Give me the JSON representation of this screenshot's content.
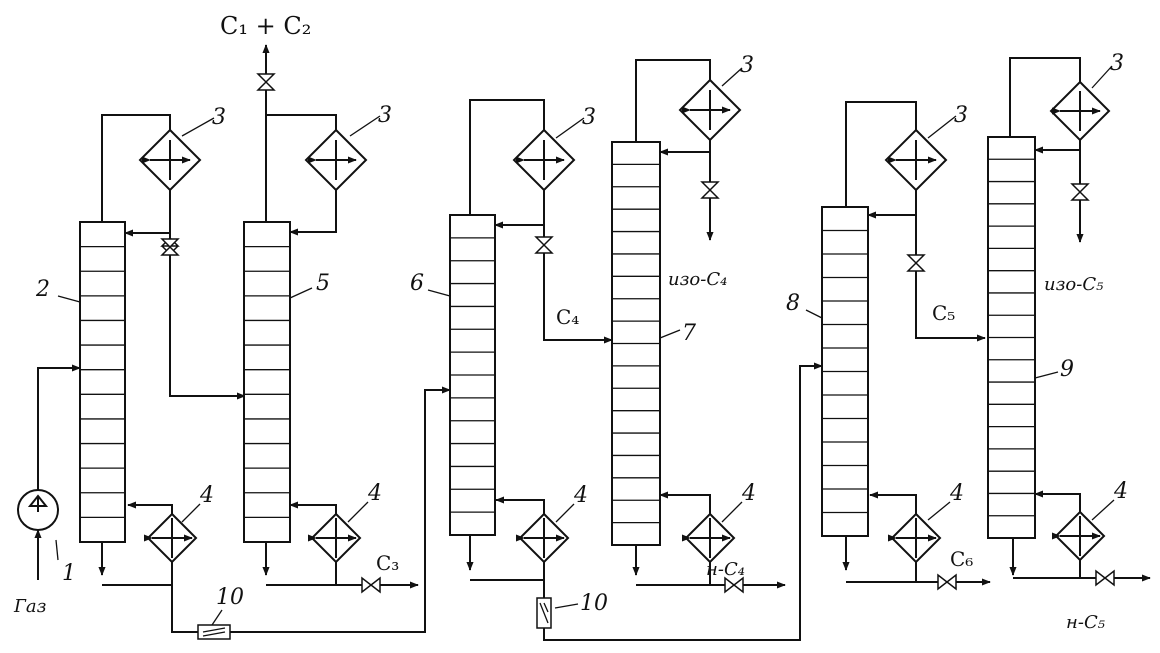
{
  "streams": {
    "top_c1_c2": "C₁ + C₂",
    "bottom_c3": "C₃",
    "side_c4": "C₄",
    "top_iso_c4": "изо-C₄",
    "bottom_n_c4": "н-C₄",
    "side_c5": "C₅",
    "bottom_c6": "C₆",
    "top_iso_c5": "изо-C₅",
    "bottom_n_c5": "н-C₅",
    "feed_gas": "Газ"
  },
  "numbers": {
    "pump": "1",
    "column_1": "2",
    "condenser": "3",
    "reboiler": "4",
    "column_2": "5",
    "column_3": "6",
    "column_4": "7",
    "column_5": "8",
    "column_6": "9",
    "throttle": "10"
  }
}
